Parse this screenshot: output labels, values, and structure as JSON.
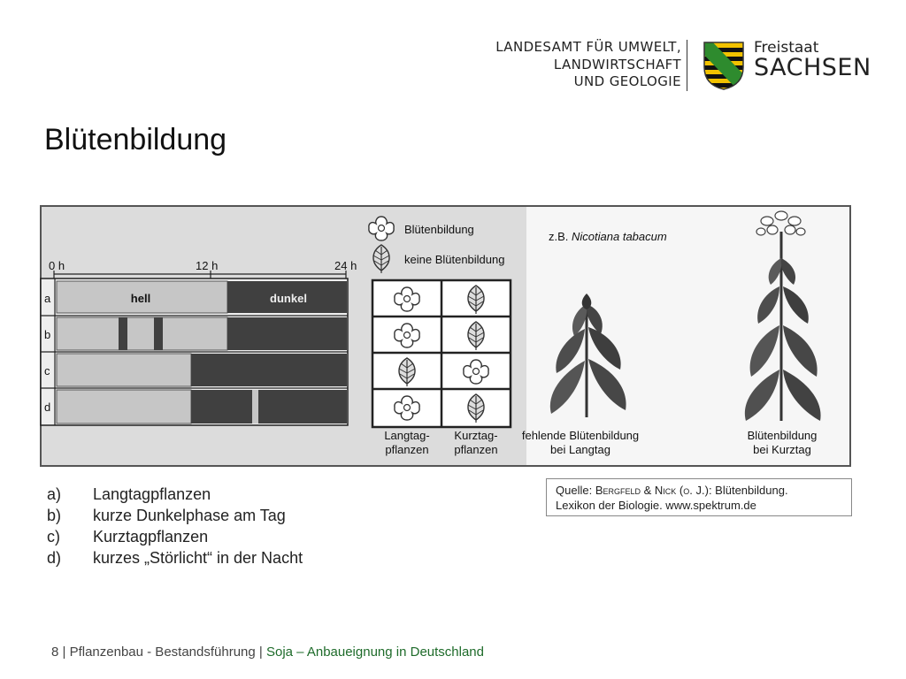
{
  "header": {
    "org_line1": "LANDESAMT FÜR UMWELT,",
    "org_line2": "LANDWIRTSCHAFT",
    "org_line3": "UND GEOLOGIE",
    "state_small": "Freistaat",
    "state_big": "SACHSEN"
  },
  "title": "Blütenbildung",
  "figure": {
    "time_labels": [
      "0 h",
      "12 h",
      "24 h"
    ],
    "row_labels": [
      "a",
      "b",
      "c",
      "d"
    ],
    "bar_hell": "hell",
    "bar_dunkel": "dunkel",
    "legend_flower": "Blütenbildung",
    "legend_leaf": "keine Blütenbildung",
    "grid_icons": [
      [
        "flower",
        "leaf"
      ],
      [
        "flower",
        "leaf"
      ],
      [
        "leaf",
        "flower"
      ],
      [
        "flower",
        "leaf"
      ]
    ],
    "col1_line1": "Langtag-",
    "col1_line2": "pflanzen",
    "col2_line1": "Kurztag-",
    "col2_line2": "pflanzen",
    "example_prefix": "z.B.",
    "example_name": "Nicotiana tabacum",
    "plant1_line1": "fehlende Blütenbildung",
    "plant1_line2": "bei Langtag",
    "plant2_line1": "Blütenbildung",
    "plant2_line2": "bei Kurztag"
  },
  "list": [
    {
      "marker": "a)",
      "text": "Langtagpflanzen"
    },
    {
      "marker": "b)",
      "text": "kurze Dunkelphase am Tag"
    },
    {
      "marker": "c)",
      "text": "Kurztagpflanzen"
    },
    {
      "marker": "d)",
      "text": "kurzes „Störlicht“ in der Nacht"
    }
  ],
  "source": {
    "prefix": "Quelle: ",
    "author1": "Bergfeld",
    "amp": " & ",
    "author2": "Nick",
    "mid": " (",
    "oj": "o. J.",
    "rest": "): Blütenbildung.",
    "line2": "Lexikon der Biologie. www.spektrum.de"
  },
  "footer": {
    "page": "8",
    "sep1": " | ",
    "section": "Pflanzenbau - Bestandsführung",
    "sep2": " | ",
    "topic": "Soja – Anbaueignung in Deutschland"
  },
  "colors": {
    "light_bar": "#c6c6c6",
    "dark_bar": "#404040",
    "footer_green": "#1e6b2a",
    "coat_yellow": "#f2c200",
    "coat_green": "#2e8b2e"
  }
}
